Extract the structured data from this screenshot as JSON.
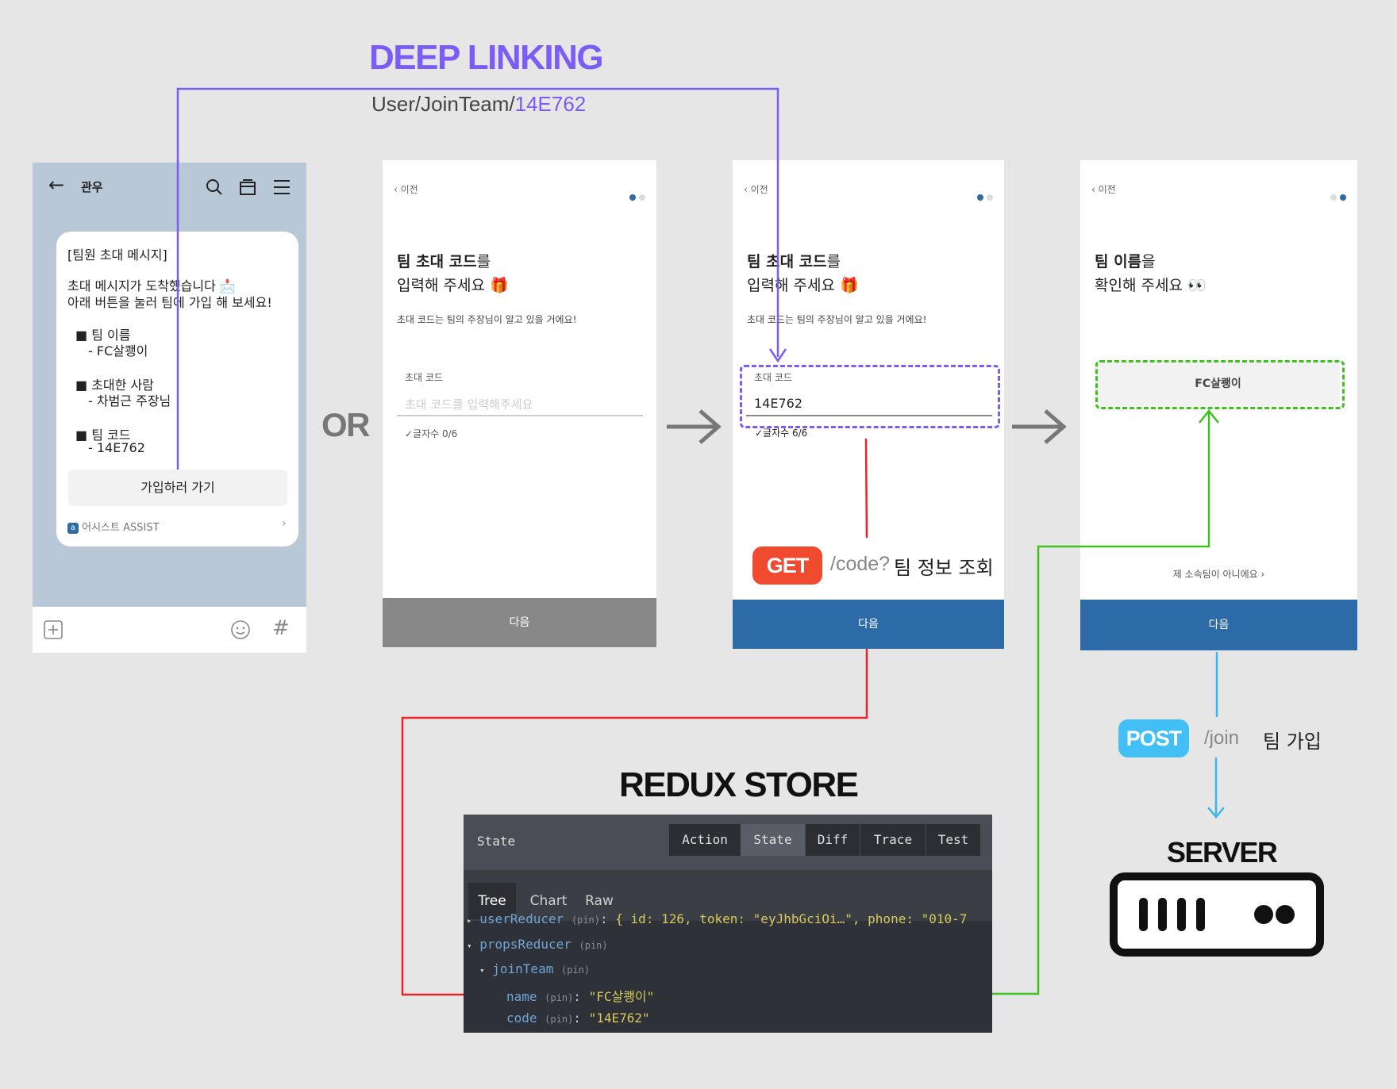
{
  "deep_linking": {
    "title": "DEEP LINKING",
    "path_prefix": "User/JoinTeam/",
    "path_code": "14E762"
  },
  "or_label": "OR",
  "chat": {
    "title": "관우",
    "bubble": {
      "line1": "[팀원 초대 메시지]",
      "line2": "초대 메시지가 도착했습니다 📩",
      "line3": "아래 버튼을 눌러 팀에 가입 해 보세요!",
      "item1_label": "■ 팀 이름",
      "item1_value": "- FC살쾡이",
      "item2_label": "■ 초대한 사람",
      "item2_value": "- 차범근 주장님",
      "item3_label": "■ 팀 코드",
      "item3_value": "- 14E762",
      "button": "가입하러 가기",
      "footer": "어시스트 ASSIST"
    }
  },
  "screen1": {
    "back": "‹ 이전",
    "heading_bold": "팀 초대 코드",
    "heading_rest": "를",
    "heading_line2": "입력해 주세요 🎁",
    "desc": "초대 코드는 팀의 주장님이 알고 있을 거에요!",
    "field_label": "초대 코드",
    "placeholder": "초대 코드를 입력해주세요",
    "counter": "✓글자수 0/6",
    "button": "다음"
  },
  "screen2": {
    "back": "‹ 이전",
    "heading_bold": "팀 초대 코드",
    "heading_rest": "를",
    "heading_line2": "입력해 주세요 🎁",
    "desc": "초대 코드는 팀의 주장님이 알고 있을 거에요!",
    "field_label": "초대 코드",
    "value": "14E762",
    "counter": "✓글자수 6/6",
    "button": "다음"
  },
  "screen3": {
    "back": "‹ 이전",
    "heading_bold": "팀 이름",
    "heading_rest": "을",
    "heading_line2": "확인해 주세요 👀",
    "team_name": "FC살쾡이",
    "not_my_team": "제 소속팀이 아니에요 ›",
    "button": "다음"
  },
  "get_request": {
    "method": "GET",
    "path": "/code?",
    "label": "팀 정보 조회"
  },
  "post_request": {
    "method": "POST",
    "path": "/join",
    "label": "팀 가입"
  },
  "redux": {
    "title": "REDUX STORE",
    "header": "State",
    "tabs": [
      "Action",
      "State",
      "Diff",
      "Trace",
      "Test"
    ],
    "subtabs": [
      "Tree",
      "Chart",
      "Raw"
    ],
    "pin": "(pin)",
    "row1_key": "userReducer",
    "row1_value": "{ id: 126, token: \"eyJhbGciOi…\", phone: \"010-7",
    "row2_key": "propsReducer",
    "row3_key": "joinTeam",
    "row4_key": "name",
    "row4_value": "\"FC살쾡이\"",
    "row5_key": "code",
    "row5_value": "\"14E762\""
  },
  "server": {
    "label": "SERVER"
  },
  "colors": {
    "purple": "#7b5cf5",
    "red": "#e8252a",
    "green": "#3ec21f",
    "blue": "#3bb5ee",
    "button_blue": "#2d6aa8",
    "get_badge": "#f04a2f",
    "post_badge": "#42c0f5"
  }
}
